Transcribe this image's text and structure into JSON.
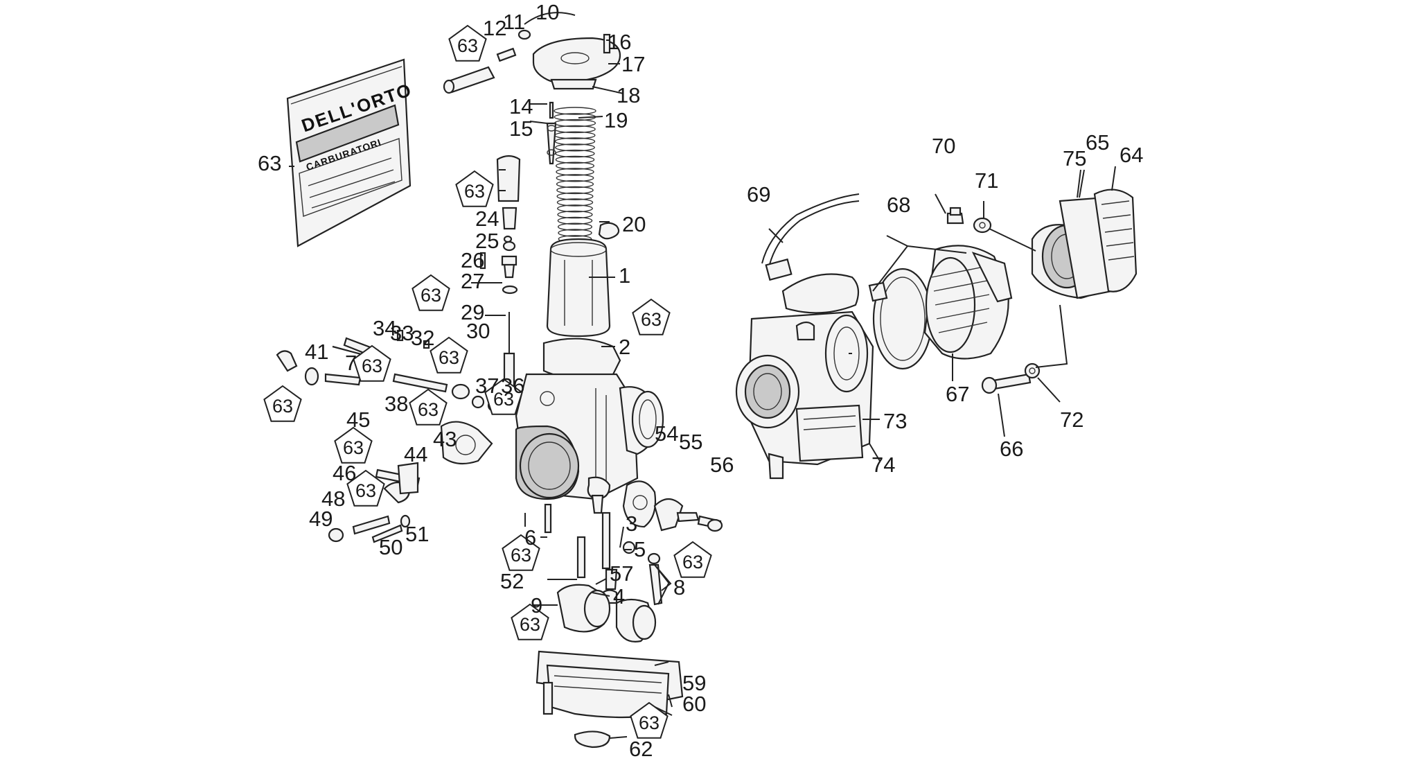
{
  "diagram": {
    "package": {
      "brand": "DELL'ORTO",
      "line1": "CARBURATORI",
      "line2": "",
      "label_number": "63"
    },
    "callouts": [
      "1",
      "2",
      "3",
      "4",
      "5",
      "6",
      "7",
      "8",
      "9",
      "10",
      "11",
      "12",
      "14",
      "15",
      "16",
      "17",
      "18",
      "19",
      "20",
      "24",
      "25",
      "26",
      "27",
      "29",
      "30",
      "32",
      "33",
      "34",
      "36",
      "37",
      "38",
      "41",
      "43",
      "44",
      "45",
      "46",
      "48",
      "49",
      "50",
      "51",
      "52",
      "54",
      "55",
      "56",
      "57",
      "59",
      "60",
      "62",
      "63",
      "64",
      "65",
      "66",
      "67",
      "68",
      "69",
      "70",
      "71",
      "72",
      "73",
      "74",
      "75"
    ],
    "pentagon_label": "63"
  }
}
